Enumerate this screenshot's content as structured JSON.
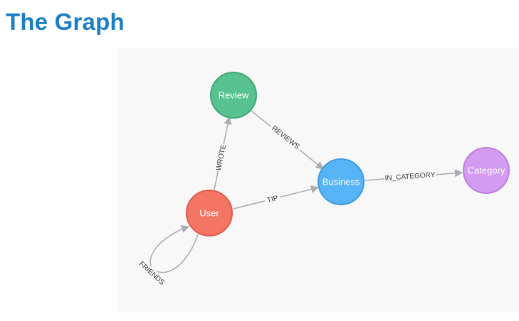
{
  "title": "The Graph",
  "nodes": {
    "review": {
      "label": "Review",
      "fill": "#57c28f",
      "stroke": "#45a779"
    },
    "business": {
      "label": "Business",
      "fill": "#56b3f5",
      "stroke": "#3f9bdb"
    },
    "category": {
      "label": "Category",
      "fill": "#d39cf1",
      "stroke": "#bd7fdd"
    },
    "user": {
      "label": "User",
      "fill": "#f47563",
      "stroke": "#de5c4a"
    }
  },
  "relationships": {
    "wrote": "WROTE",
    "reviews": "REVIEWS",
    "tip": "TIP",
    "in_category": "IN_CATEGORY",
    "friends": "FRIENDS"
  },
  "colors": {
    "title": "#1a7fc4",
    "edge": "#a9adb2",
    "canvas_background": "#f8f8f9"
  }
}
